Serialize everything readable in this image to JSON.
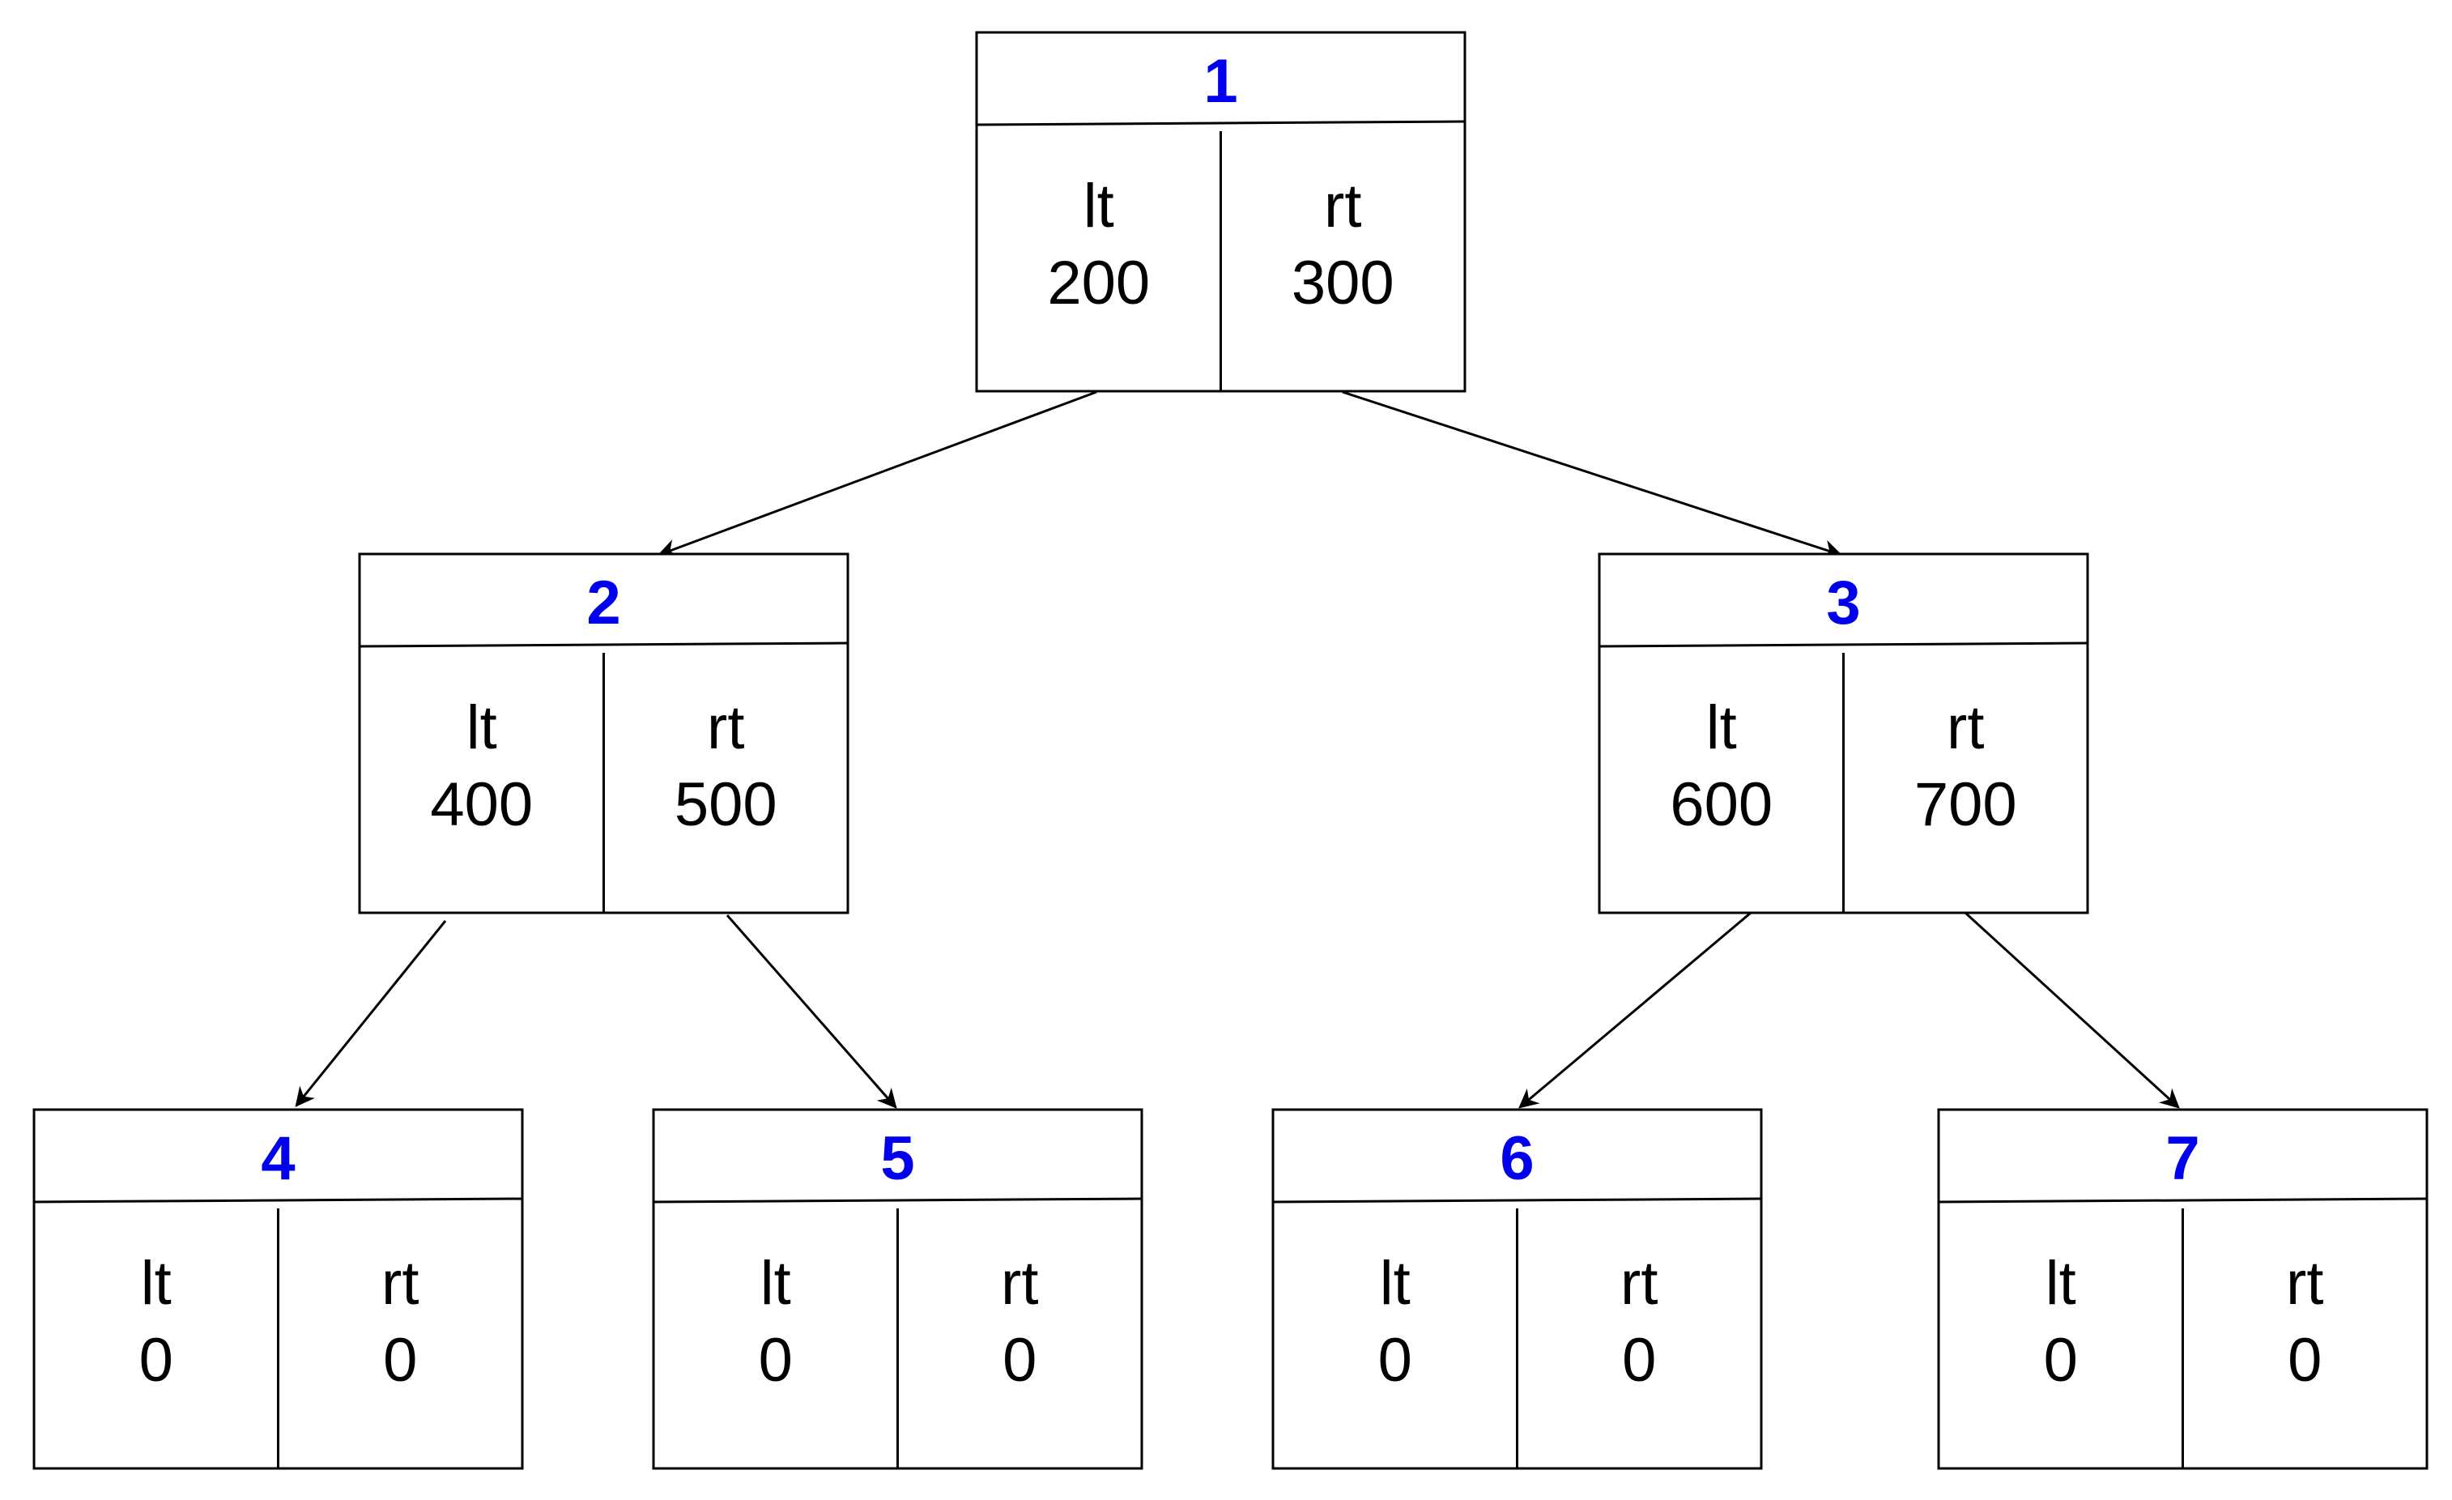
{
  "colors": {
    "title": "#0000ee",
    "stroke": "#000000",
    "background": "#ffffff"
  },
  "nodes": [
    {
      "id": "1",
      "left_label": "lt",
      "left_value": "200",
      "right_label": "rt",
      "right_value": "300"
    },
    {
      "id": "2",
      "left_label": "lt",
      "left_value": "400",
      "right_label": "rt",
      "right_value": "500"
    },
    {
      "id": "3",
      "left_label": "lt",
      "left_value": "600",
      "right_label": "rt",
      "right_value": "700"
    },
    {
      "id": "4",
      "left_label": "lt",
      "left_value": "0",
      "right_label": "rt",
      "right_value": "0"
    },
    {
      "id": "5",
      "left_label": "lt",
      "left_value": "0",
      "right_label": "rt",
      "right_value": "0"
    },
    {
      "id": "6",
      "left_label": "lt",
      "left_value": "0",
      "right_label": "rt",
      "right_value": "0"
    },
    {
      "id": "7",
      "left_label": "lt",
      "left_value": "0",
      "right_label": "rt",
      "right_value": "0"
    }
  ],
  "edges": [
    {
      "from": "1",
      "to": "2"
    },
    {
      "from": "1",
      "to": "3"
    },
    {
      "from": "2",
      "to": "4"
    },
    {
      "from": "2",
      "to": "5"
    },
    {
      "from": "3",
      "to": "6"
    },
    {
      "from": "3",
      "to": "7"
    }
  ]
}
